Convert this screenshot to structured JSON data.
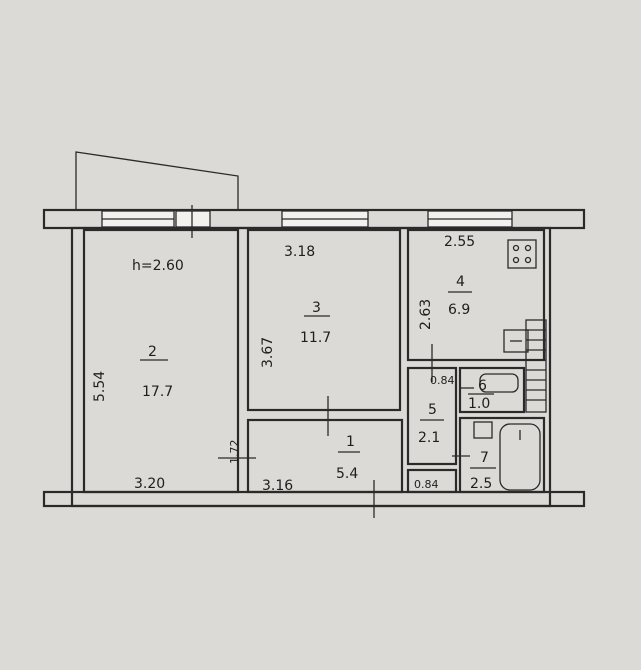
{
  "plan": {
    "ceiling_height": "h=2.60",
    "rooms": [
      {
        "number": "1",
        "area": "5.4"
      },
      {
        "number": "2",
        "area": "17.7"
      },
      {
        "number": "3",
        "area": "11.7"
      },
      {
        "number": "4",
        "area": "6.9"
      },
      {
        "number": "5",
        "area": "2.1"
      },
      {
        "number": "6",
        "area": "1.0"
      },
      {
        "number": "7",
        "area": "2.5"
      }
    ],
    "dimensions": {
      "room2_width": "3.20",
      "room2_length": "5.54",
      "room3_width": "3.18",
      "room3_length": "3.67",
      "room4_width": "2.55",
      "room4_length": "2.63",
      "hall_width": "3.16",
      "hall_depth": "1.72",
      "wc_width": "0.84",
      "closet_width": "0.84"
    }
  },
  "colors": {
    "paper": "#dcdad6",
    "ink": "#2a2a2a"
  }
}
